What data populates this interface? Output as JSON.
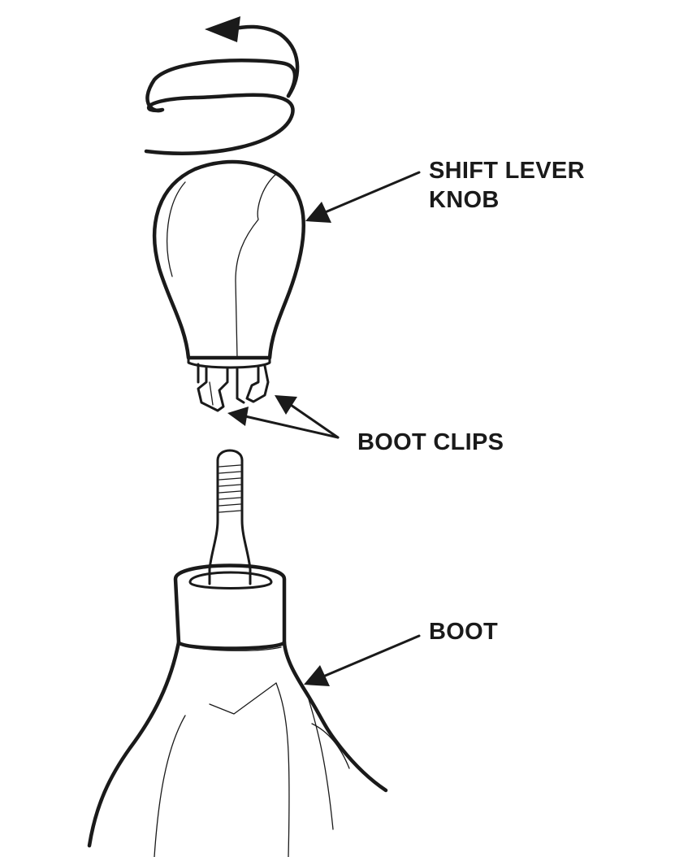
{
  "labels": {
    "knob_line1": "SHIFT LEVER",
    "knob_line2": "KNOB",
    "clips": "BOOT CLIPS",
    "boot": "BOOT"
  },
  "colors": {
    "line": "#1a1a1a",
    "background": "#ffffff"
  }
}
